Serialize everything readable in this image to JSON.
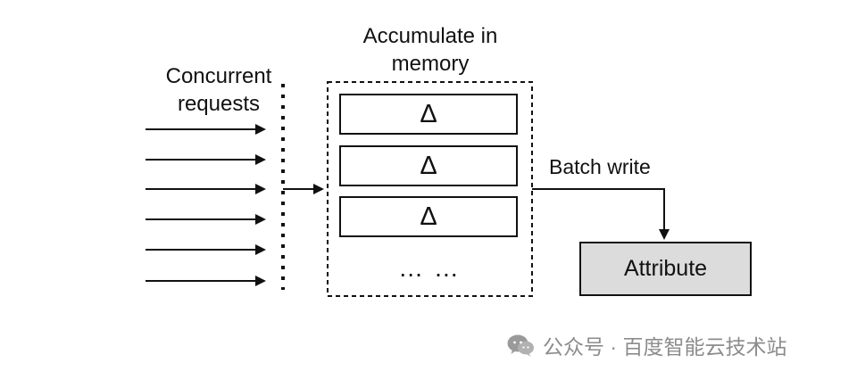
{
  "diagram": {
    "left_label": "Concurrent\nrequests",
    "memory_label": "Accumulate in\nmemory",
    "delta_entries": [
      "Δ",
      "Δ",
      "Δ"
    ],
    "ellipsis": "… …",
    "batch_label": "Batch write",
    "target_label": "Attribute",
    "incoming_request_count": 6
  },
  "watermark": {
    "text": "公众号 · 百度智能云技术站",
    "icon": "wechat-icon"
  },
  "colors": {
    "line": "#111111",
    "target_fill": "#dcdcdc",
    "watermark": "#8c8c8c",
    "background": "#ffffff"
  }
}
